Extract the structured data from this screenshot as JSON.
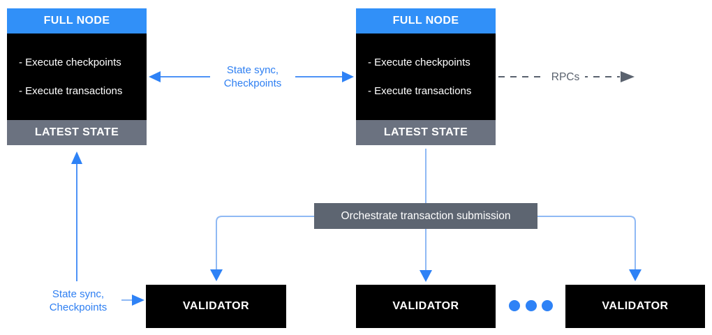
{
  "colors": {
    "header_blue": "#3190F8",
    "node_black": "#000000",
    "state_bar_gray": "#6B7280",
    "orchestrator_gray": "#5D6571",
    "label_blue": "#2E7FF2",
    "arrow_blue": "#4E93F7",
    "arrow_light_blue": "#8FB9F4",
    "arrowhead_blue": "#2E82F6",
    "rpc_gray": "#5A626E"
  },
  "full_node_left": {
    "title": "FULL NODE",
    "items": [
      "- Execute checkpoints",
      "- Execute transactions"
    ],
    "footer": "LATEST STATE"
  },
  "full_node_right": {
    "title": "FULL NODE",
    "items": [
      "- Execute checkpoints",
      "- Execute transactions"
    ],
    "footer": "LATEST STATE"
  },
  "orchestrator": {
    "label": "Orchestrate transaction submission"
  },
  "validators": [
    {
      "label": "VALIDATOR"
    },
    {
      "label": "VALIDATOR"
    },
    {
      "label": "VALIDATOR"
    }
  ],
  "edges": {
    "state_sync_top": {
      "line1": "State sync,",
      "line2": "Checkpoints"
    },
    "rpcs": {
      "label": "RPCs"
    },
    "state_sync_bottom": {
      "line1": "State sync,",
      "line2": "Checkpoints"
    }
  }
}
